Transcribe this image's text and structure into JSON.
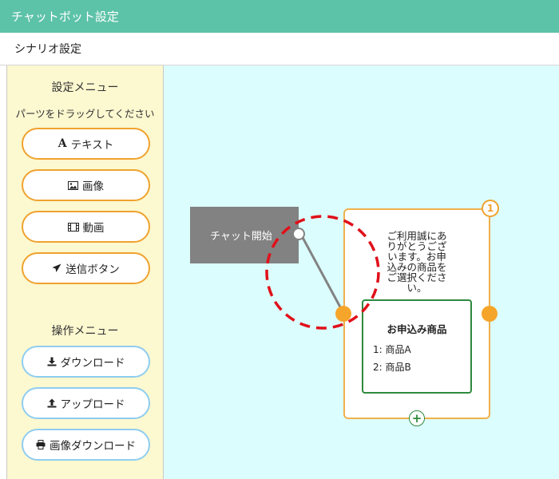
{
  "header": {
    "title": "チャットボット設定"
  },
  "subheader": {
    "title": "シナリオ設定"
  },
  "sidebar": {
    "settings_menu": {
      "title": "設定メニュー",
      "hint": "パーツをドラッグしてください",
      "items": [
        {
          "label": "テキスト",
          "icon": "text-icon",
          "glyph": "A"
        },
        {
          "label": "画像",
          "icon": "image-icon"
        },
        {
          "label": "動画",
          "icon": "film-icon"
        },
        {
          "label": "送信ボタン",
          "icon": "send-icon"
        }
      ]
    },
    "operation_menu": {
      "title": "操作メニュー",
      "items": [
        {
          "label": "ダウンロード",
          "icon": "download-icon"
        },
        {
          "label": "アップロード",
          "icon": "upload-icon"
        },
        {
          "label": "画像ダウンロード",
          "icon": "print-icon"
        }
      ]
    }
  },
  "canvas": {
    "start_node": {
      "label": "チャット開始"
    },
    "message_node": {
      "badge": "1",
      "lines": [
        "ご利用誠にあ",
        "りがとうござ",
        "います。お申",
        "込みの商品を",
        "ご選択くださ",
        "い。"
      ],
      "product_box": {
        "title": "お申込み商品",
        "items": [
          "1: 商品A",
          "2: 商品B"
        ]
      },
      "add_symbol": "+"
    }
  },
  "colors": {
    "header": "#5cc2a8",
    "sidebar": "#fcf8d0",
    "canvas": "#dcfdfd",
    "accent_orange": "#f0a22e",
    "accent_blue": "#8fcdf0",
    "node_green": "#2e8a3e",
    "highlight_red": "#e0101a"
  }
}
